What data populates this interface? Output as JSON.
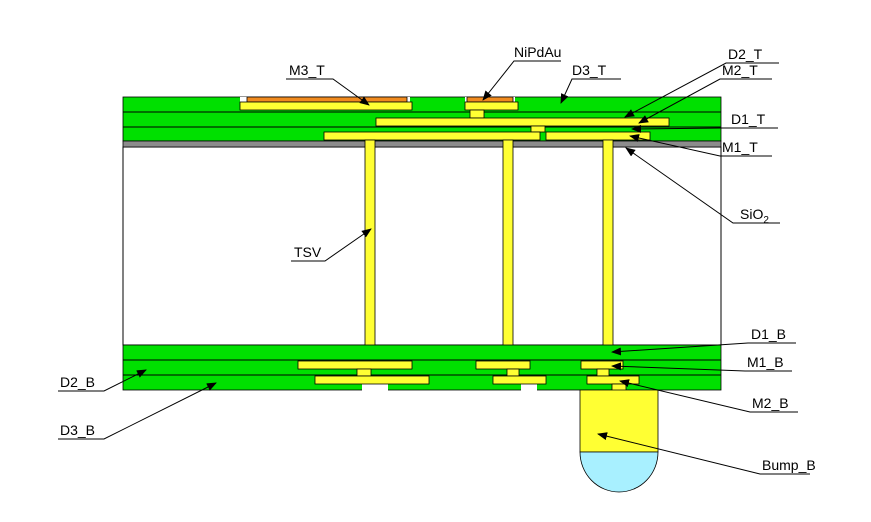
{
  "labels": {
    "nipdau": "NiPdAu",
    "m3_t": "M3_T",
    "d3_t": "D3_T",
    "d2_t": "D2_T",
    "m2_t": "M2_T",
    "d1_t": "D1_T",
    "m1_t": "M1_T",
    "sio2_main": "SiO",
    "sio2_sub": "2",
    "tsv": "TSV",
    "d1_b": "D1_B",
    "m1_b": "M1_B",
    "d2_b": "D2_B",
    "m2_b": "M2_B",
    "d3_b": "D3_B",
    "bump_b": "Bump_B"
  },
  "colors": {
    "dielectric": "#00e000",
    "metal": "#ffff33",
    "sio2": "#8c8c8c",
    "nipdau": "#f08a1e",
    "solder": "#a8f0ff",
    "outline": "#000000"
  }
}
